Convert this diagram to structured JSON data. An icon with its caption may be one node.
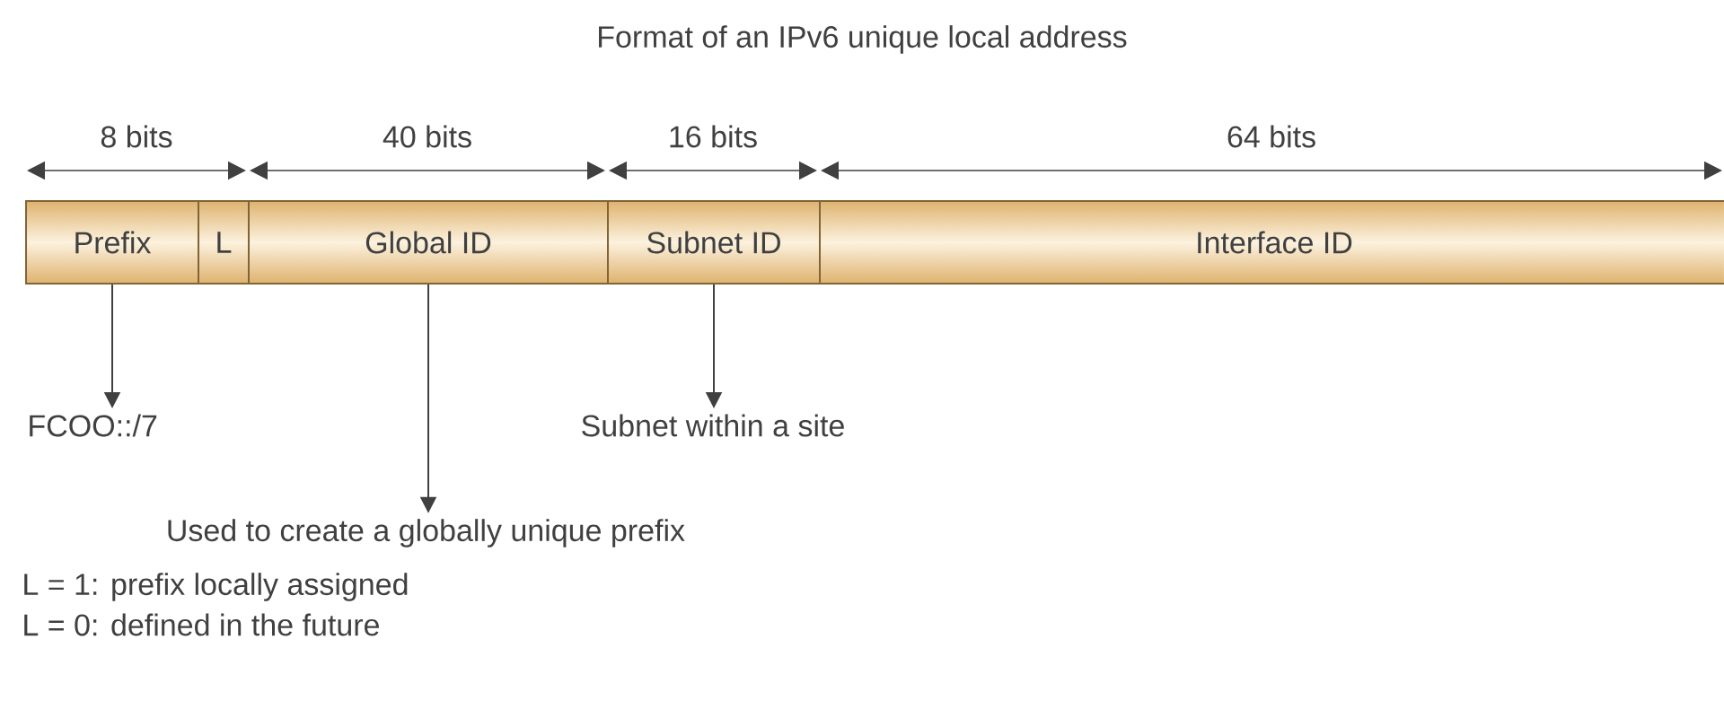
{
  "diagram": {
    "title": "Format of an IPv6 unique local address",
    "nodes": [
      {
        "text": [
          "Prefix"
        ]
      },
      {
        "text": [
          "L"
        ]
      },
      {
        "text": [
          "Global ID"
        ]
      },
      {
        "text": [
          "Subnet ID"
        ]
      },
      {
        "text": [
          "Interface ID"
        ]
      },
      {
        "text": [
          "FCOO::/7"
        ]
      },
      {
        "text": [
          "Used to create a globally unique prefix"
        ]
      },
      {
        "text": [
          "Subnet within a site"
        ]
      }
    ],
    "edges": [
      {
        "from": 0,
        "to": 5,
        "arrow": "to"
      },
      {
        "from": 2,
        "to": 6,
        "arrow": "to"
      },
      {
        "from": 3,
        "to": 7,
        "arrow": "to"
      }
    ],
    "labels": [
      "8 bits",
      "40 bits",
      "16 bits",
      "64 bits",
      "L = 1: prefix locally assigned",
      "L = 0: defined in the future"
    ]
  }
}
